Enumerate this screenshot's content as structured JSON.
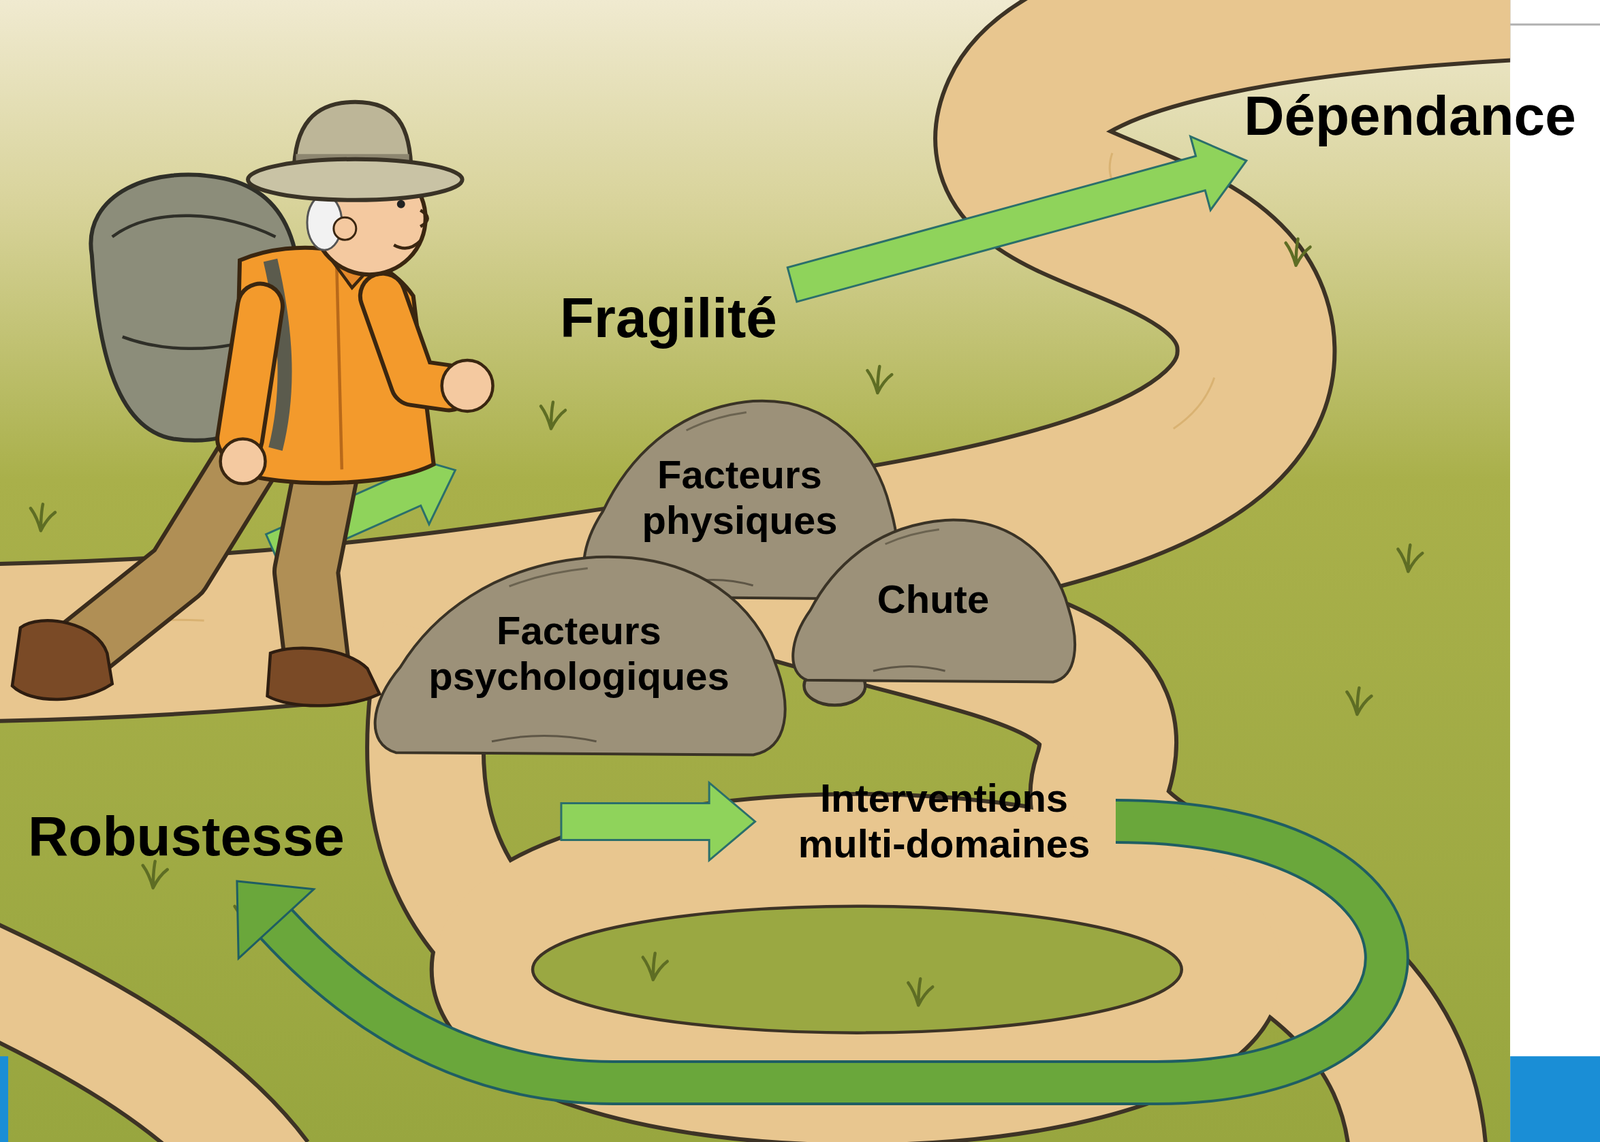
{
  "diagram": {
    "nodes": [
      {
        "text": [
          "Dépendance"
        ]
      },
      {
        "text": [
          "Fragilité"
        ]
      },
      {
        "text": [
          "Facteurs physiques"
        ]
      },
      {
        "text": [
          "Chute"
        ]
      },
      {
        "text": [
          "Facteurs psychologiques"
        ]
      },
      {
        "text": [
          "Robustesse"
        ]
      },
      {
        "text": [
          "Interventions multi-domaines"
        ]
      }
    ],
    "edges": [
      {
        "from": 1,
        "to": 0,
        "arrow": "to"
      },
      {
        "from": 6,
        "to": 5,
        "arrow": "to"
      }
    ]
  }
}
